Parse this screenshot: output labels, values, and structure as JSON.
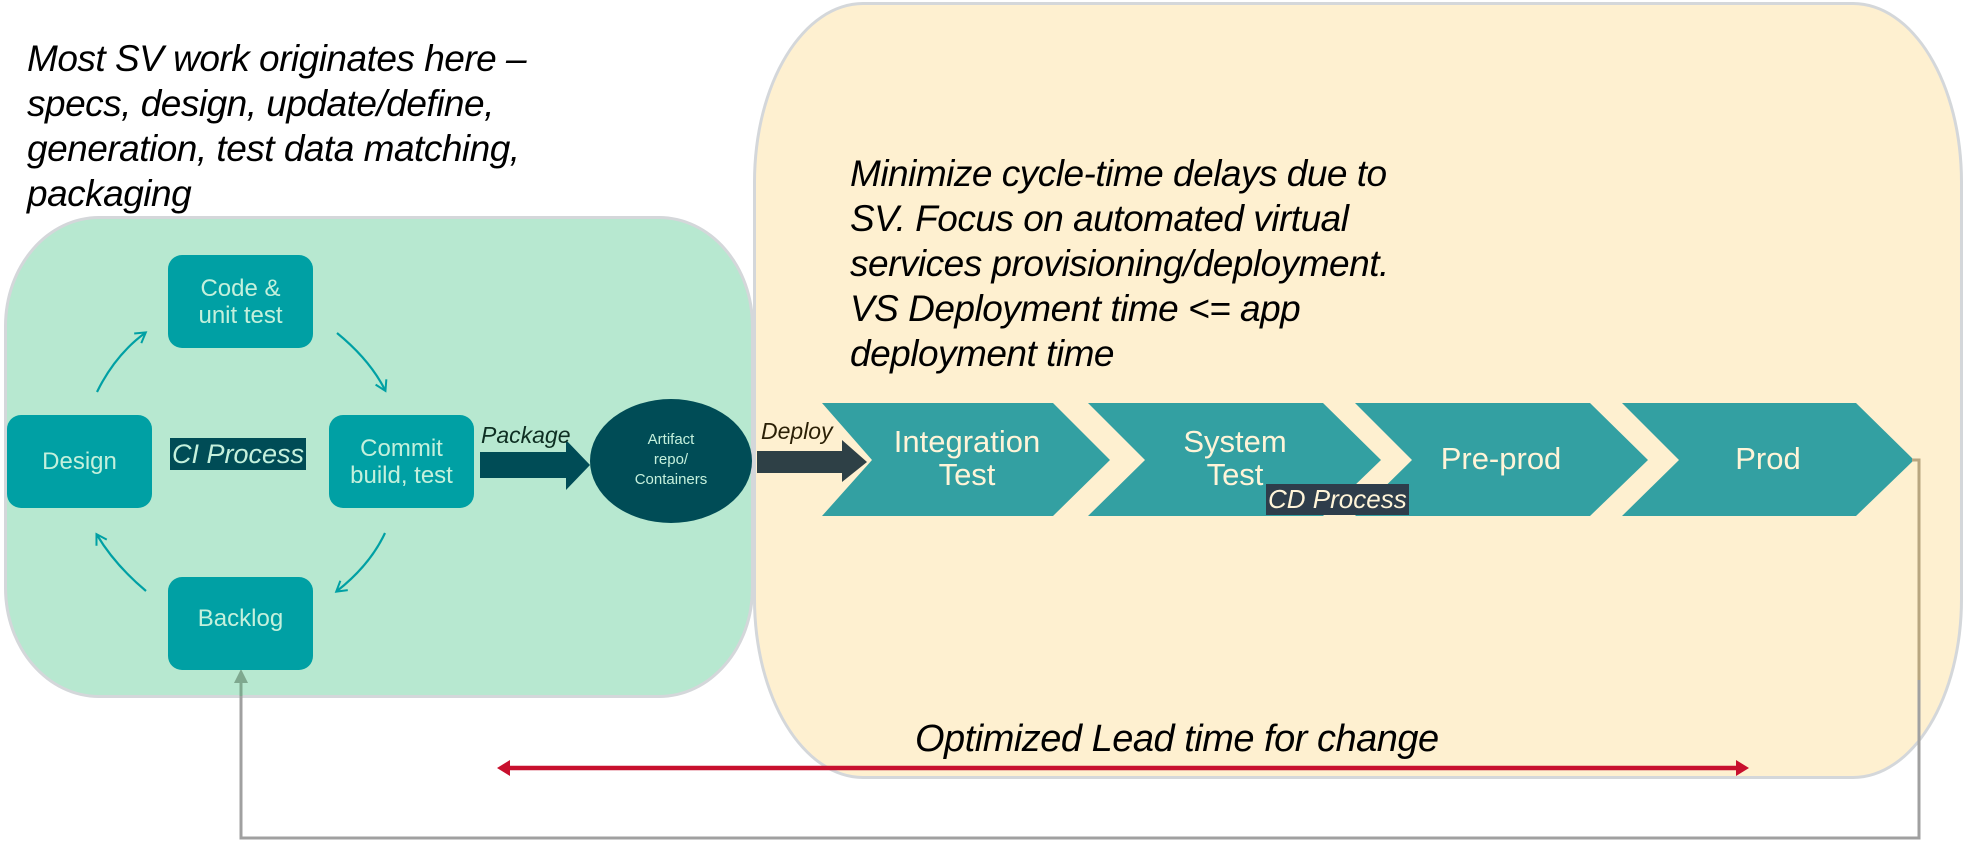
{
  "notes": {
    "ci_note": [
      "Most SV work originates here –",
      "specs, design, update/define,",
      "generation, test data matching,",
      "packaging"
    ],
    "cd_note": [
      "Minimize cycle-time delays due to",
      "SV. Focus on automated virtual",
      "services provisioning/deployment.",
      "VS Deployment time <= app",
      "deployment time"
    ],
    "lead_time": "Optimized Lead time for change"
  },
  "ci_process": {
    "label": "CI Process",
    "nodes": {
      "code": [
        "Code &",
        "unit test"
      ],
      "design": [
        "Design"
      ],
      "commit": [
        "Commit",
        "build, test"
      ],
      "backlog": [
        "Backlog"
      ]
    }
  },
  "artifact": {
    "label": [
      "Artifact",
      "repo/",
      "Containers"
    ]
  },
  "edges": {
    "package": "Package",
    "deploy": "Deploy"
  },
  "cd_process": {
    "label": "CD Process",
    "stages": [
      [
        "Integration",
        "Test"
      ],
      [
        "System",
        "Test"
      ],
      [
        "Pre-prod"
      ],
      [
        "Prod"
      ]
    ]
  },
  "colors": {
    "ci_panel": "#b7e8d0",
    "cd_panel": "#fef0d0",
    "node": "#00a0a4",
    "node_text": "#c4f0dc",
    "chevron": "#33a0a2",
    "dark_teal": "#004c56",
    "cd_tag": "#2e3d4b",
    "lead_arrow": "#c8102e",
    "feedback_line": "#a0a0a0"
  }
}
